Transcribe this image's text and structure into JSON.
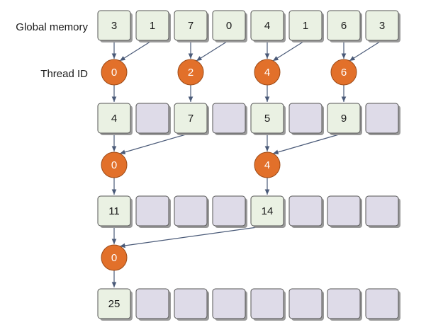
{
  "labels": {
    "global_memory": "Global memory",
    "thread_id": "Thread ID"
  },
  "colors": {
    "filled_cell": "#eaf1e3",
    "empty_cell": "#dedbe8",
    "cell_border": "#555555",
    "cell_shadow": "#9a9a9a",
    "thread_fill": "#e2702a",
    "thread_border": "#9c4a17",
    "arrow": "#4a5a78"
  },
  "rows": [
    {
      "cells": [
        "3",
        "1",
        "7",
        "0",
        "4",
        "1",
        "6",
        "3"
      ]
    },
    {
      "cells": [
        "4",
        "",
        "7",
        "",
        "5",
        "",
        "9",
        ""
      ]
    },
    {
      "cells": [
        "11",
        "",
        "",
        "",
        "14",
        "",
        "",
        ""
      ]
    },
    {
      "cells": [
        "25",
        "",
        "",
        "",
        "",
        "",
        "",
        ""
      ]
    }
  ],
  "thread_rows": [
    {
      "threads": [
        {
          "id": "0",
          "col": 0
        },
        {
          "id": "2",
          "col": 2
        },
        {
          "id": "4",
          "col": 4
        },
        {
          "id": "6",
          "col": 6
        }
      ]
    },
    {
      "threads": [
        {
          "id": "0",
          "col": 0
        },
        {
          "id": "4",
          "col": 4
        }
      ]
    },
    {
      "threads": [
        {
          "id": "0",
          "col": 0
        }
      ]
    }
  ]
}
